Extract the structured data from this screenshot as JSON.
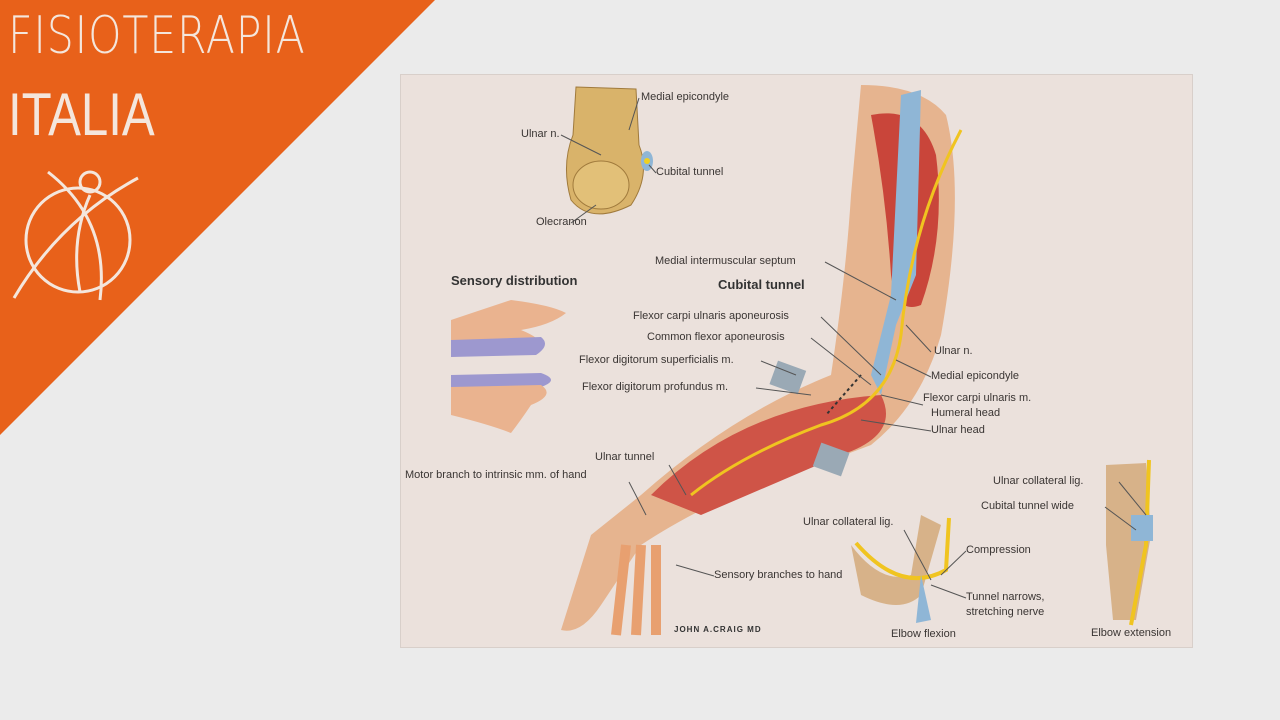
{
  "brand": {
    "line1": "FISIOTERAPIA",
    "line2": "ITALIA",
    "accent": "#e8611a"
  },
  "figure": {
    "headings": {
      "sensory": "Sensory distribution",
      "cubital": "Cubital tunnel"
    },
    "inset_top": {
      "medial_epicondyle": "Medial epicondyle",
      "ulnar_n": "Ulnar n.",
      "cubital_tunnel": "Cubital tunnel",
      "olecranon": "Olecranon"
    },
    "main": {
      "septum": "Medial intermuscular septum",
      "fcu_apon": "Flexor carpi ulnaris aponeurosis",
      "common_flexor": "Common flexor aponeurosis",
      "fds": "Flexor digitorum superficialis m.",
      "fdp": "Flexor digitorum profundus m.",
      "ulnar_n": "Ulnar n.",
      "medial_epicondyle": "Medial epicondyle",
      "fcu": "Flexor carpi ulnaris m.",
      "humeral_head": "Humeral head",
      "ulnar_head": "Ulnar head",
      "ulnar_tunnel": "Ulnar tunnel",
      "motor_branch": "Motor branch to intrinsic mm. of hand",
      "sensory_branches": "Sensory branches to hand"
    },
    "flexion": {
      "ucl": "Ulnar collateral lig.",
      "compression": "Compression",
      "narrows1": "Tunnel narrows,",
      "narrows2": "stretching nerve",
      "caption": "Elbow flexion"
    },
    "extension": {
      "ucl": "Ulnar collateral lig.",
      "wide": "Cubital tunnel wide",
      "caption": "Elbow extension"
    },
    "signature": "JOHN A.CRAIG MD"
  }
}
